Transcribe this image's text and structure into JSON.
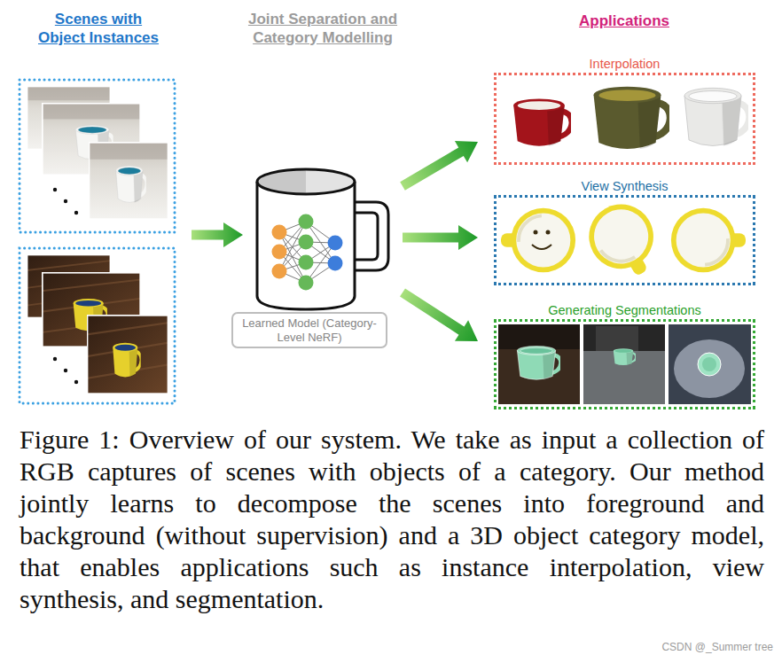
{
  "diagram": {
    "caption": "Figure 1: Overview of our system. We take as input a collection of RGB captures of scenes with objects of a category. Our method jointly learns to decompose the scenes into foreground and background (without supervision) and a 3D object category model, that enables applications such as instance interpolation, view synthesis, and segmentation.",
    "nodes": [
      {
        "text": [
          "Scenes with Object Instances"
        ]
      },
      {
        "text": [
          "Joint Separation and Category Modelling"
        ]
      },
      {
        "text": [
          "Learned Model (Category-Level NeRF)"
        ],
        "in": 1
      },
      {
        "text": [
          "Interpolation"
        ]
      },
      {
        "text": [
          "View Synthesis"
        ]
      },
      {
        "text": [
          "Generating Segmentations"
        ]
      }
    ],
    "edges": [
      {
        "from": 0,
        "to": 1,
        "arrow": "to"
      },
      {
        "from": 1,
        "to": 3,
        "arrow": "to"
      },
      {
        "from": 1,
        "to": 4,
        "arrow": "to"
      },
      {
        "from": 1,
        "to": 5,
        "arrow": "to"
      }
    ],
    "labels": [
      "Applications",
      "CSDN @_Summer tree"
    ]
  }
}
